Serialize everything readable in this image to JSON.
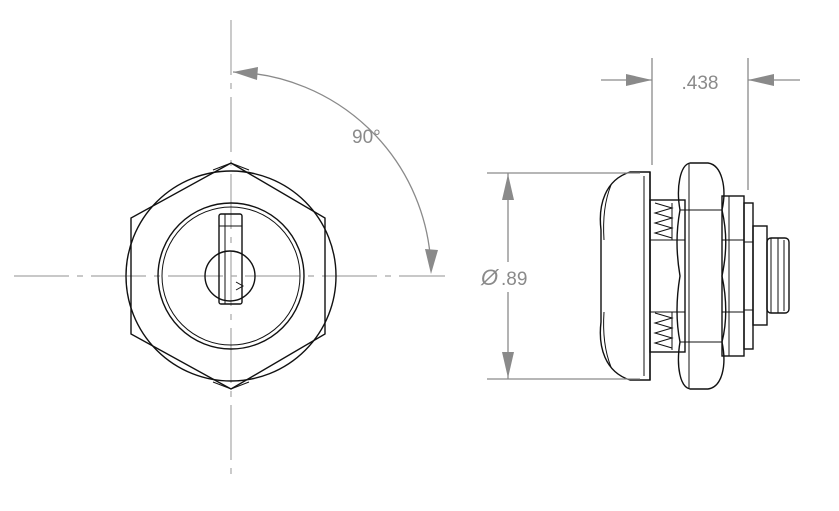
{
  "drawing": {
    "angle_label": "90°",
    "width_label": ".438",
    "diameter_label": ".89",
    "diameter_symbol": "Ø"
  }
}
